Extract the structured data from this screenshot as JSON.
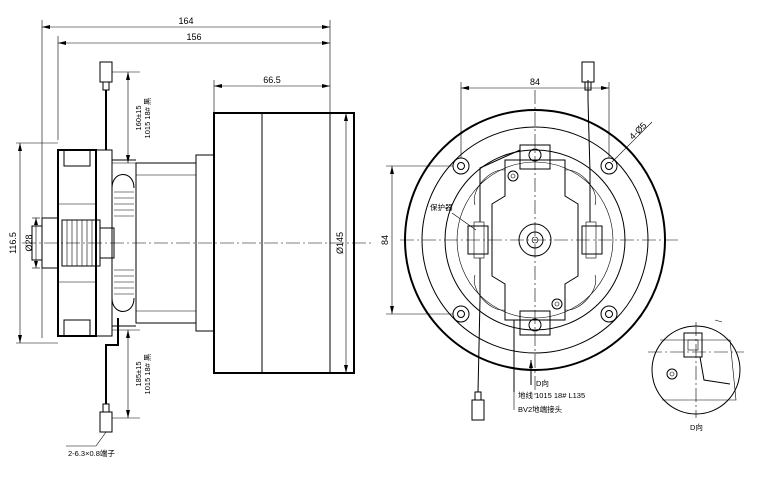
{
  "dimensions": {
    "overall_length": "164",
    "body_length": "156",
    "housing_length": "66.5",
    "housing_diameter": "Ø145",
    "flange_height": "116.5",
    "shaft_diameter": "Ø28",
    "lead_top_length": "160±15",
    "lead_top_spec": "1015 18# 黑",
    "lead_bottom_length": "185±15",
    "lead_bottom_spec": "1015 18# 黑",
    "front_width": "84",
    "front_height": "84",
    "holes": "4-Ø5"
  },
  "labels": {
    "terminal": "2-6.3×0.8端子",
    "protector": "保护器",
    "view_d_marker": "D向",
    "ground_wire": "地线 1015 18# L135",
    "bv2_terminal": "BV2地端接头",
    "detail_view_title": "D向"
  }
}
